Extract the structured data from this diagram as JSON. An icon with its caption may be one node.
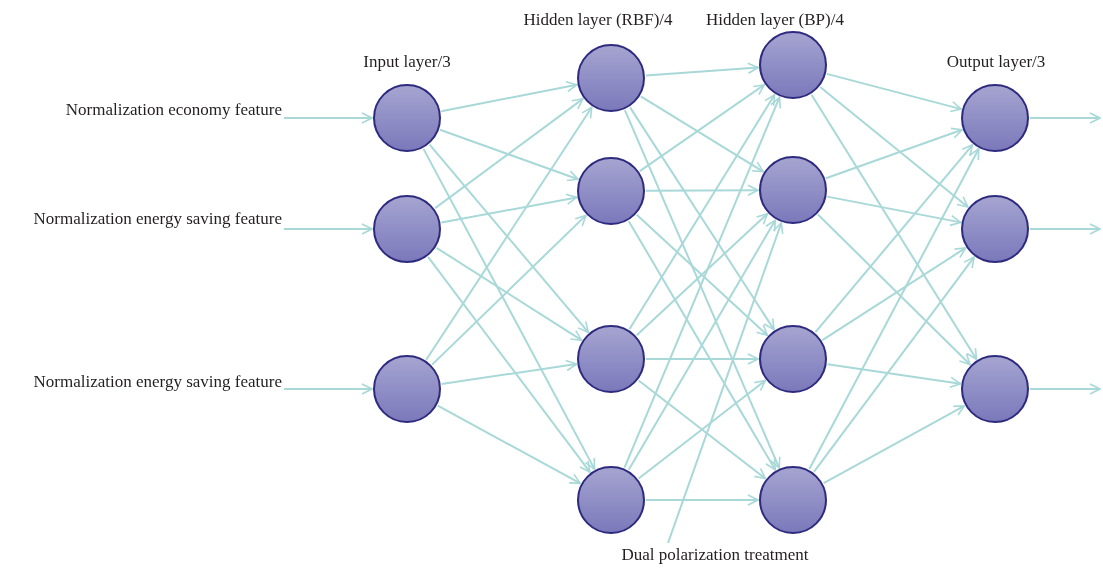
{
  "diagram": {
    "nodes": [
      {
        "text": [
          "Normalization economy feature"
        ]
      },
      {
        "text": [
          "Normalization energy saving feature"
        ]
      },
      {
        "text": [
          "Normalization energy saving feature"
        ]
      },
      {
        "text": [],
        "shape": "circle"
      },
      {
        "text": [],
        "shape": "circle"
      },
      {
        "text": [],
        "shape": "circle"
      },
      {
        "text": [],
        "shape": "circle"
      },
      {
        "text": [],
        "shape": "circle"
      },
      {
        "text": [],
        "shape": "circle"
      },
      {
        "text": [],
        "shape": "circle"
      },
      {
        "text": [],
        "shape": "circle"
      },
      {
        "text": [],
        "shape": "circle"
      },
      {
        "text": [],
        "shape": "circle"
      },
      {
        "text": [],
        "shape": "circle"
      },
      {
        "text": [],
        "shape": "circle"
      },
      {
        "text": [],
        "shape": "circle"
      },
      {
        "text": [],
        "shape": "circle"
      },
      {
        "text": [
          "Dual polarization treatment"
        ]
      }
    ],
    "edges": [
      {
        "from": 0,
        "to": 3,
        "arrow": "to"
      },
      {
        "from": 1,
        "to": 4,
        "arrow": "to"
      },
      {
        "from": 2,
        "to": 5,
        "arrow": "to"
      },
      {
        "from": 3,
        "to": 6,
        "arrow": "to"
      },
      {
        "from": 3,
        "to": 7,
        "arrow": "to"
      },
      {
        "from": 3,
        "to": 8,
        "arrow": "to"
      },
      {
        "from": 3,
        "to": 9,
        "arrow": "to"
      },
      {
        "from": 4,
        "to": 6,
        "arrow": "to"
      },
      {
        "from": 4,
        "to": 7,
        "arrow": "to"
      },
      {
        "from": 4,
        "to": 8,
        "arrow": "to"
      },
      {
        "from": 4,
        "to": 9,
        "arrow": "to"
      },
      {
        "from": 5,
        "to": 6,
        "arrow": "to"
      },
      {
        "from": 5,
        "to": 7,
        "arrow": "to"
      },
      {
        "from": 5,
        "to": 8,
        "arrow": "to"
      },
      {
        "from": 5,
        "to": 9,
        "arrow": "to"
      },
      {
        "from": 6,
        "to": 10,
        "arrow": "to"
      },
      {
        "from": 6,
        "to": 11,
        "arrow": "to"
      },
      {
        "from": 6,
        "to": 12,
        "arrow": "to"
      },
      {
        "from": 6,
        "to": 13,
        "arrow": "to"
      },
      {
        "from": 7,
        "to": 10,
        "arrow": "to"
      },
      {
        "from": 7,
        "to": 11,
        "arrow": "to"
      },
      {
        "from": 7,
        "to": 12,
        "arrow": "to"
      },
      {
        "from": 7,
        "to": 13,
        "arrow": "to"
      },
      {
        "from": 8,
        "to": 10,
        "arrow": "to"
      },
      {
        "from": 8,
        "to": 11,
        "arrow": "to"
      },
      {
        "from": 8,
        "to": 12,
        "arrow": "to"
      },
      {
        "from": 8,
        "to": 13,
        "arrow": "to"
      },
      {
        "from": 9,
        "to": 10,
        "arrow": "to"
      },
      {
        "from": 9,
        "to": 11,
        "arrow": "to"
      },
      {
        "from": 9,
        "to": 12,
        "arrow": "to"
      },
      {
        "from": 9,
        "to": 13,
        "arrow": "to"
      },
      {
        "from": 10,
        "to": 14,
        "arrow": "to"
      },
      {
        "from": 10,
        "to": 15,
        "arrow": "to"
      },
      {
        "from": 10,
        "to": 16,
        "arrow": "to"
      },
      {
        "from": 11,
        "to": 14,
        "arrow": "to"
      },
      {
        "from": 11,
        "to": 15,
        "arrow": "to"
      },
      {
        "from": 11,
        "to": 16,
        "arrow": "to"
      },
      {
        "from": 12,
        "to": 14,
        "arrow": "to"
      },
      {
        "from": 12,
        "to": 15,
        "arrow": "to"
      },
      {
        "from": 12,
        "to": 16,
        "arrow": "to"
      },
      {
        "from": 13,
        "to": 14,
        "arrow": "to"
      },
      {
        "from": 13,
        "to": 15,
        "arrow": "to"
      },
      {
        "from": 13,
        "to": 16,
        "arrow": "to"
      },
      {
        "from": 14,
        "to": null,
        "arrow": "to"
      },
      {
        "from": 15,
        "to": null,
        "arrow": "to"
      },
      {
        "from": 16,
        "to": null,
        "arrow": "to"
      },
      {
        "from": 17,
        "to": 11,
        "arrow": "to"
      }
    ],
    "labels": [
      "Input layer/3",
      "Hidden layer (RBF)/4",
      "Hidden layer (BP)/4",
      "Output layer/3"
    ]
  }
}
